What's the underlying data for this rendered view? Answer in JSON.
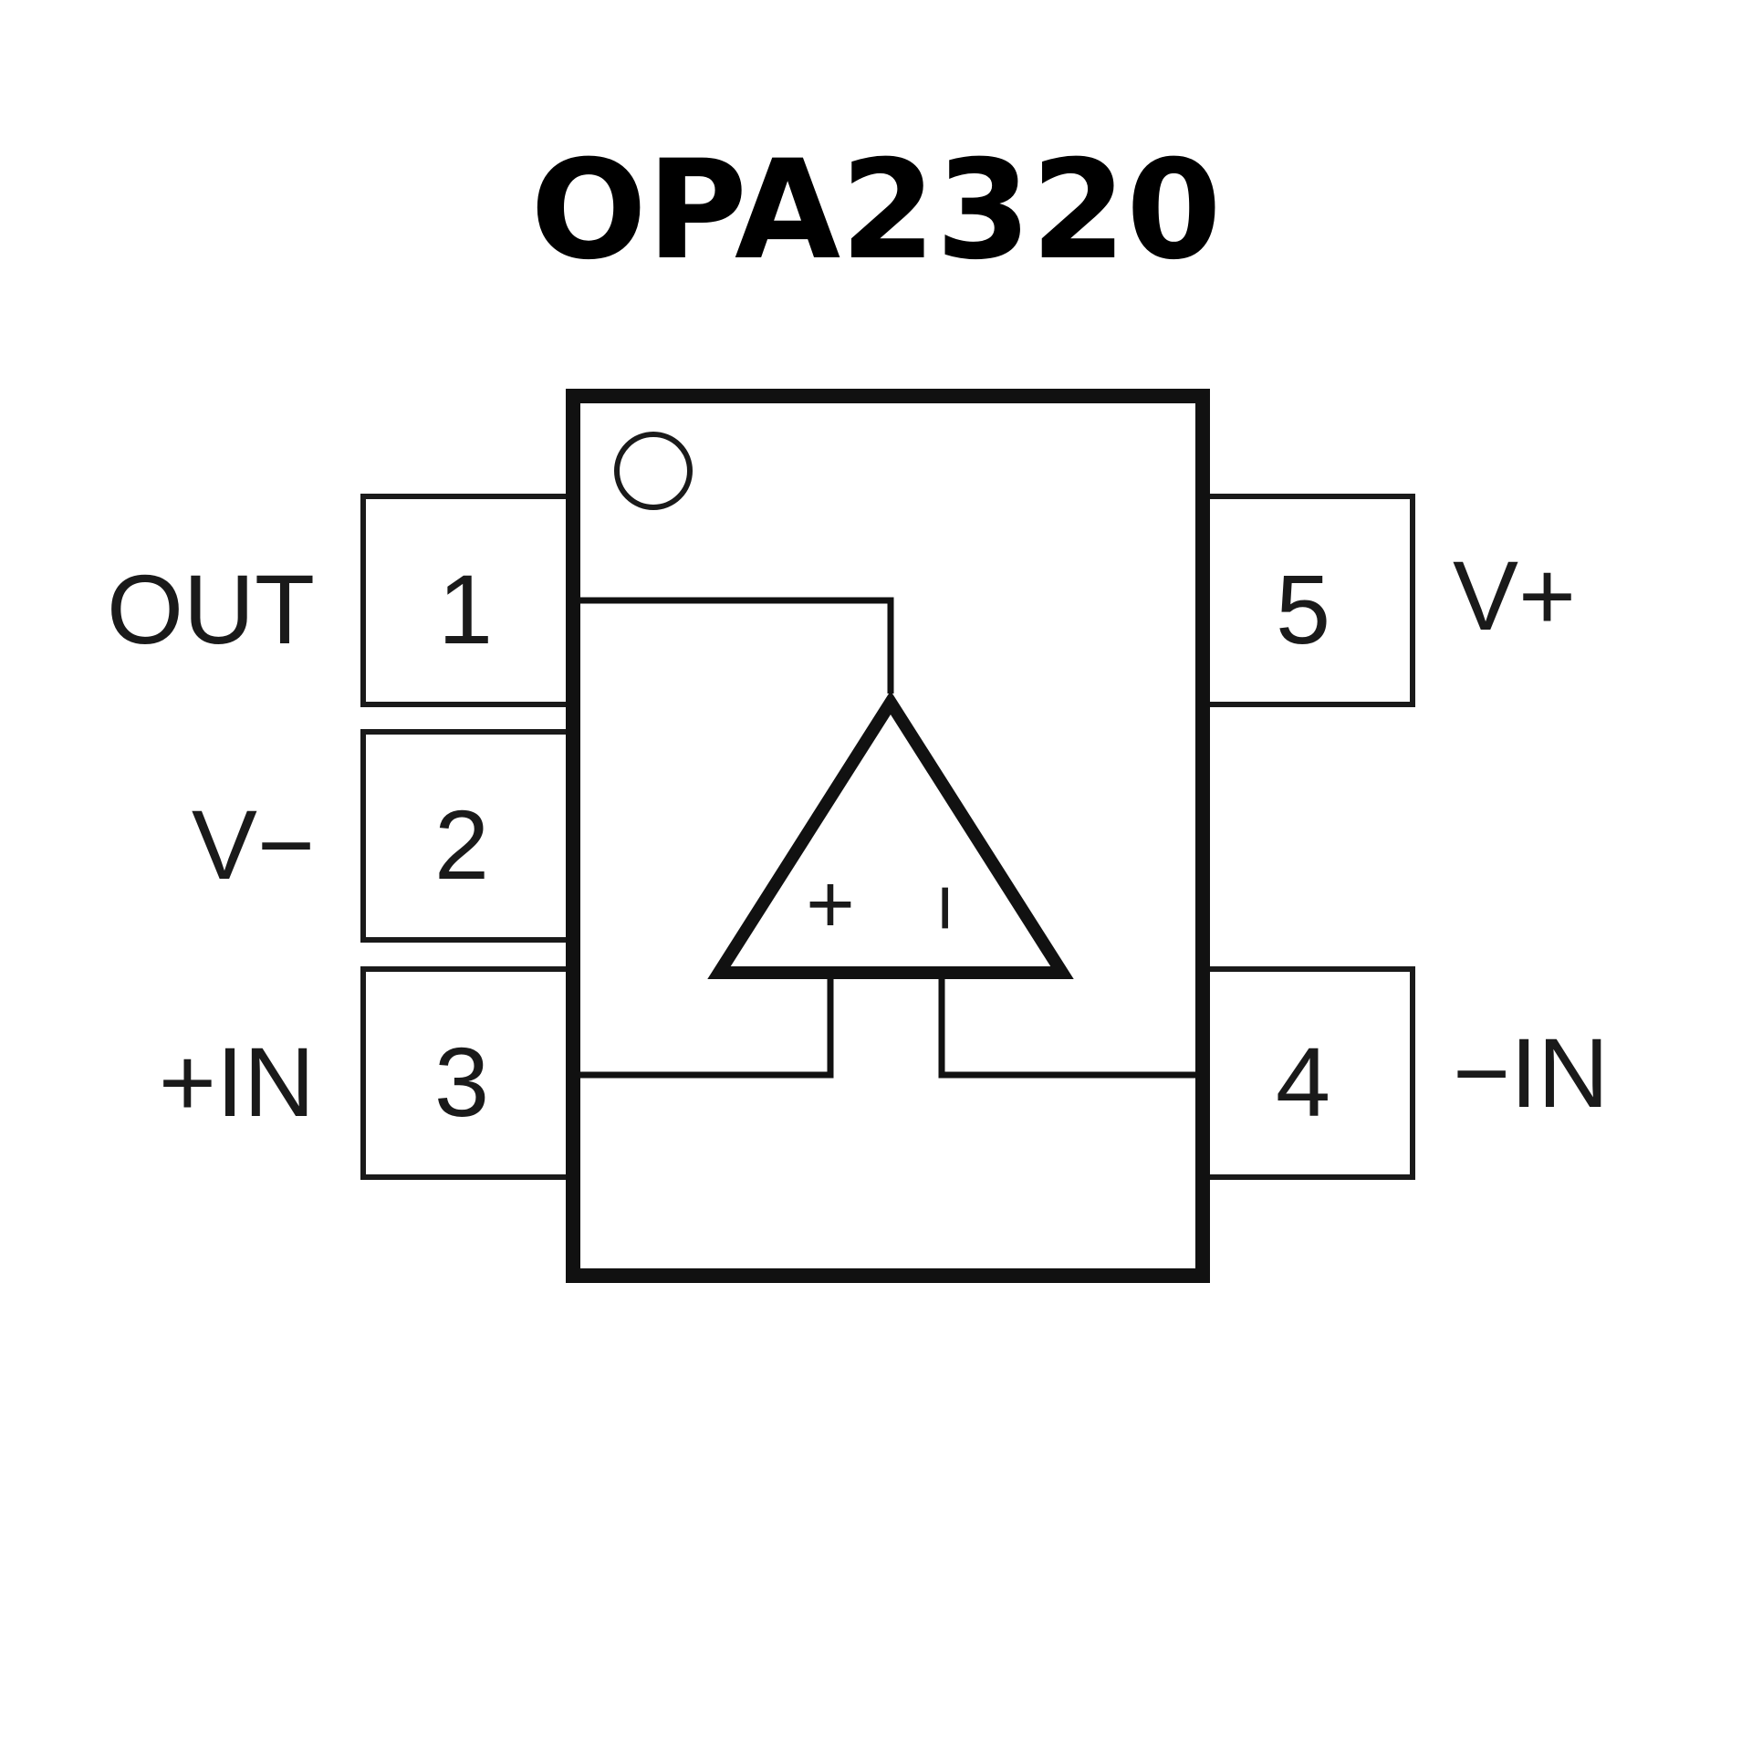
{
  "title": "OPA2320",
  "pins": [
    {
      "number": "1",
      "name": "OUT"
    },
    {
      "number": "2",
      "name": "V−"
    },
    {
      "number": "3",
      "name": "+IN"
    },
    {
      "number": "4",
      "name": "−IN"
    },
    {
      "number": "5",
      "name": "V+"
    }
  ],
  "opamp": {
    "noninverting_sign": "+",
    "inverting_sign": "−"
  }
}
